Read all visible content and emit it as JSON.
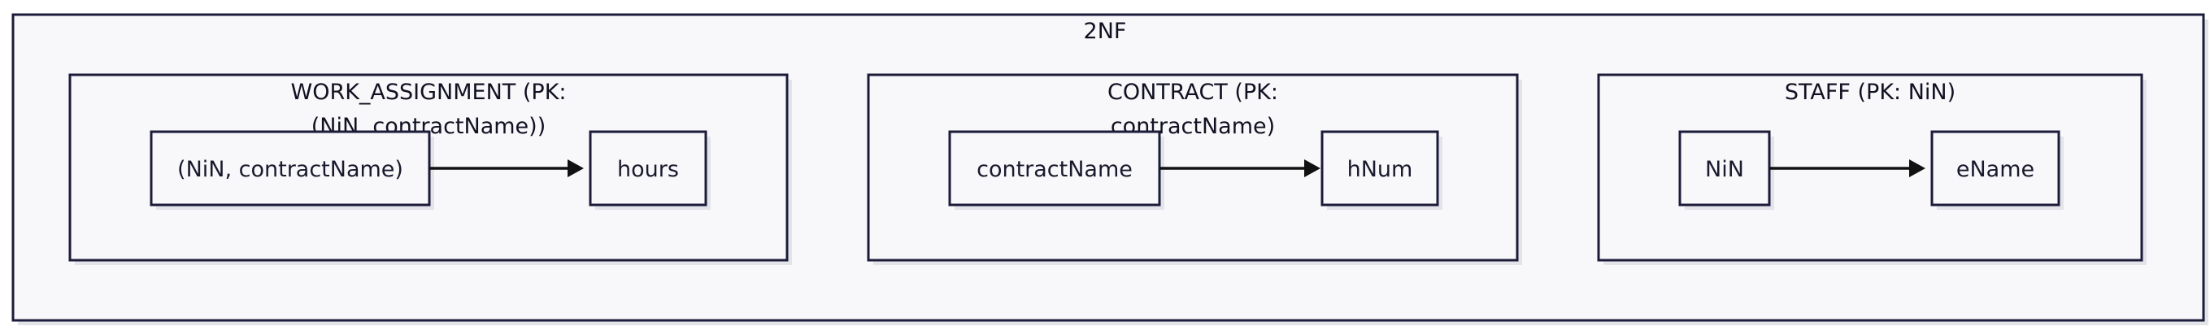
{
  "diagram": {
    "title": "2NF",
    "relations": [
      {
        "id": "work-assignment",
        "title_lines": [
          "WORK_ASSIGNMENT (PK:",
          "(NiN, contractName))"
        ],
        "determinant": "(NiN, contractName)",
        "dependent": "hours"
      },
      {
        "id": "contract",
        "title_lines": [
          "CONTRACT (PK:",
          "contractName)"
        ],
        "determinant": "contractName",
        "dependent": "hNum"
      },
      {
        "id": "staff",
        "title_lines": [
          "STAFF (PK: NiN)"
        ],
        "determinant": "NiN",
        "dependent": "eName"
      }
    ]
  }
}
